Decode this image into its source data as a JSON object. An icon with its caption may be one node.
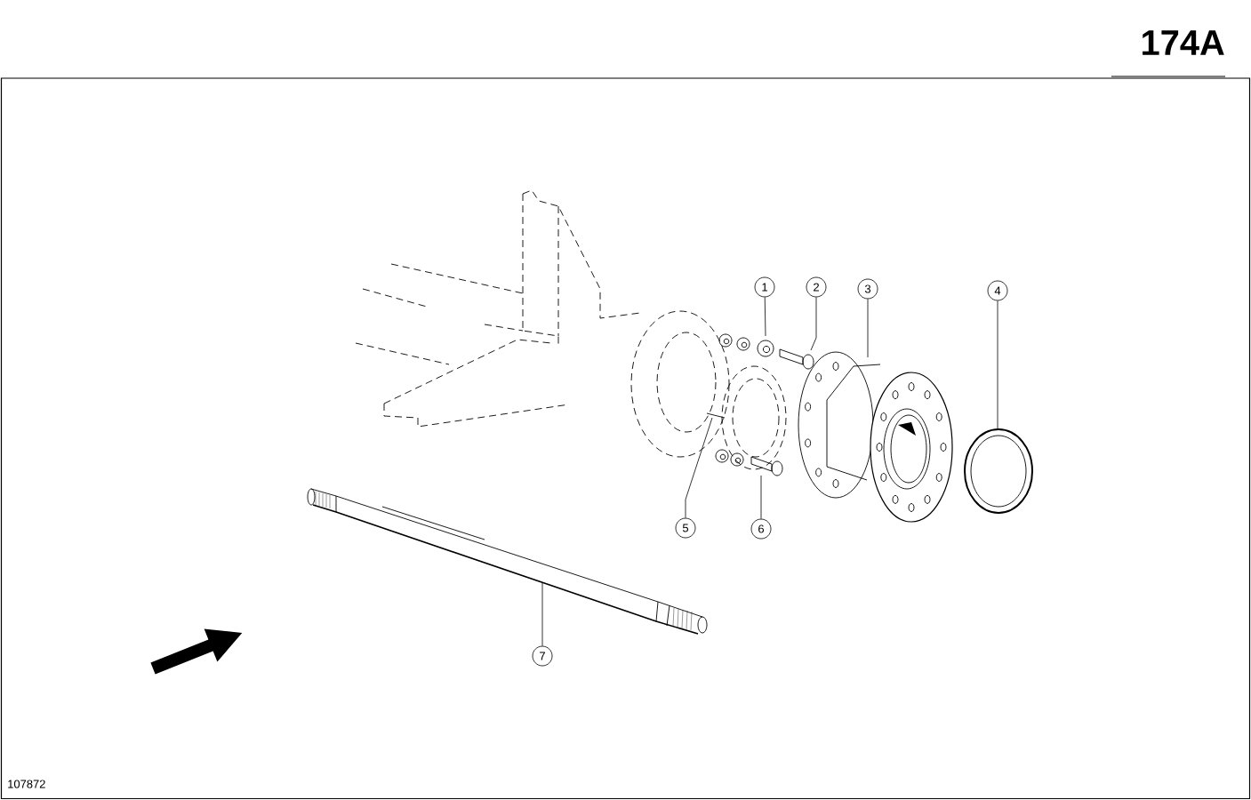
{
  "diagram": {
    "nodes": [
      {
        "text": [
          "1"
        ]
      },
      {
        "text": [
          "2"
        ]
      },
      {
        "text": [
          "3"
        ]
      },
      {
        "text": [
          "4"
        ]
      },
      {
        "text": [
          "5"
        ]
      },
      {
        "text": [
          "6"
        ]
      },
      {
        "text": [
          "7"
        ]
      }
    ],
    "edges": [
      {
        "from": 0,
        "to": null,
        "arrow": "none"
      },
      {
        "from": 1,
        "to": null,
        "arrow": "none"
      },
      {
        "from": 2,
        "to": null,
        "arrow": "none"
      },
      {
        "from": 3,
        "to": null,
        "arrow": "none"
      },
      {
        "from": 4,
        "to": null,
        "arrow": "none"
      },
      {
        "from": 5,
        "to": null,
        "arrow": "none"
      },
      {
        "from": 6,
        "to": null,
        "arrow": "none"
      }
    ],
    "labels": [
      "174A",
      "107872"
    ]
  }
}
